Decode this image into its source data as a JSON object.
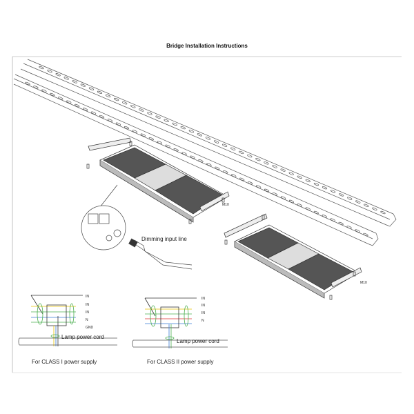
{
  "title": "Bridge Installation Instructions",
  "callouts": {
    "dimming": "Dimming input line",
    "bolt_1": "M10",
    "bolt_2": "M10"
  },
  "wiring": [
    {
      "terminals": [
        "IN",
        "IN",
        "IN",
        "N",
        "GND"
      ],
      "cord": "Lamp power cord",
      "caption": "For CLASS I power supply"
    },
    {
      "terminals": [
        "IN",
        "IN",
        "IN",
        "N"
      ],
      "cord": "Lamp power cord",
      "caption": "For CLASS II power supply"
    }
  ],
  "colors": {
    "line": "#444444",
    "wire_green": "#4caf50",
    "wire_yellow": "#e6c200",
    "wire_blue": "#3a7bd5",
    "wire_red": "#d33"
  }
}
